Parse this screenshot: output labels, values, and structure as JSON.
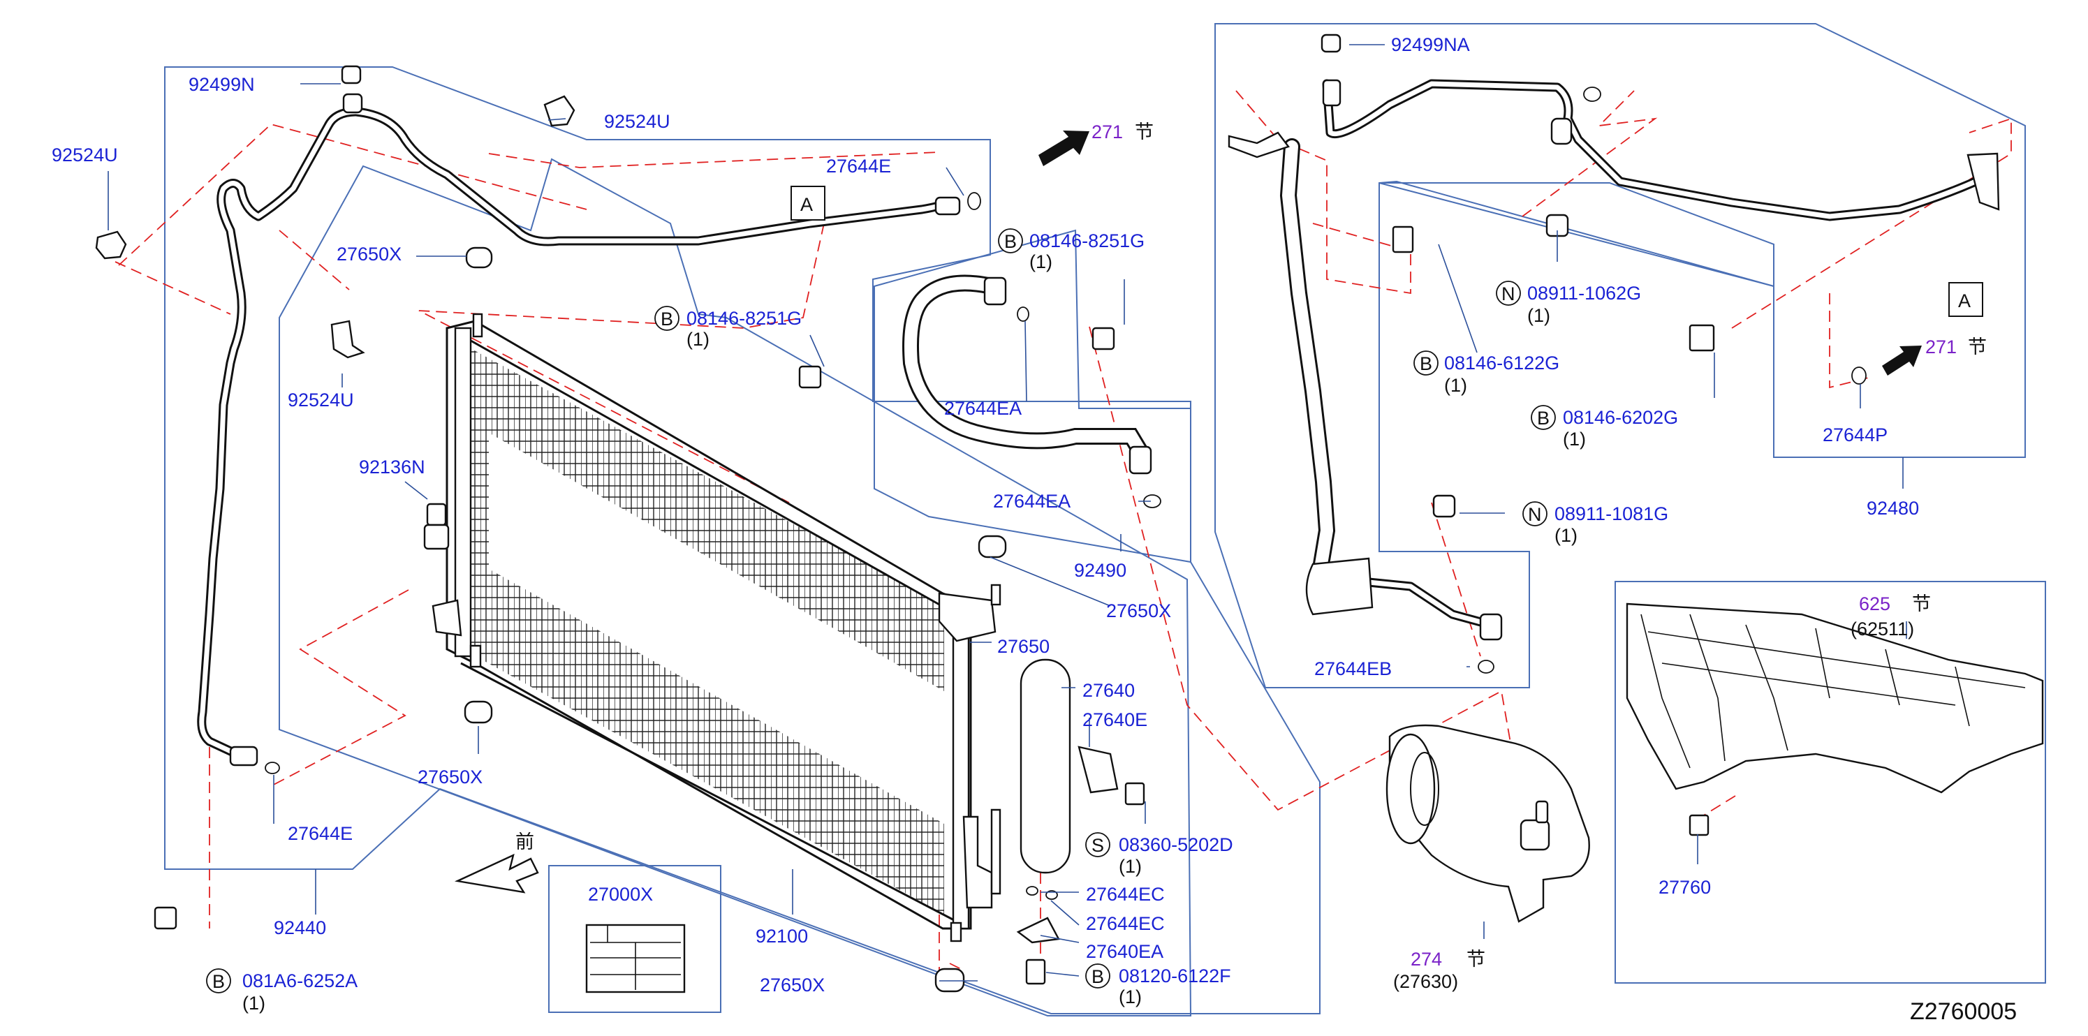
{
  "diagram_id": "Z2760005",
  "section_refs": {
    "sec_271_a": {
      "num": "271",
      "char": "节"
    },
    "sec_271_b": {
      "num": "271",
      "char": "节"
    },
    "sec_625": {
      "num": "625",
      "char": "节",
      "sub": "(62511)"
    },
    "sec_274": {
      "num": "274",
      "char": "节",
      "sub": "(27630)"
    }
  },
  "front_label": "前",
  "view_marker": "A",
  "qty_one": "(1)",
  "parts": {
    "p92499N": "92499N",
    "p92524U_a": "92524U",
    "p92524U_b": "92524U",
    "p92524U_c": "92524U",
    "p27644E_a": "27644E",
    "p27644E_b": "27644E",
    "p27650X_a": "27650X",
    "p27650X_b": "27650X",
    "p27650X_c": "27650X",
    "p27650X_d": "27650X",
    "p92136N": "92136N",
    "p92440": "92440",
    "p92100": "92100",
    "p27000X": "27000X",
    "p27650": "27650",
    "p27640": "27640",
    "p27640E": "27640E",
    "p27644EA_a": "27644EA",
    "p27644EA_b": "27644EA",
    "p27644EC_a": "27644EC",
    "p27644EC_b": "27644EC",
    "p27640EA": "27640EA",
    "p92490": "92490",
    "p92499NA": "92499NA",
    "p27644EB": "27644EB",
    "p27644P": "27644P",
    "p92480": "92480",
    "p27760": "27760"
  },
  "callouts": {
    "c08146_8251G_a": {
      "letter": "B",
      "code": "08146-8251G"
    },
    "c08146_8251G_b": {
      "letter": "B",
      "code": "08146-8251G"
    },
    "c081A6_6252A": {
      "letter": "B",
      "code": "081A6-6252A"
    },
    "c08360_5202D": {
      "letter": "S",
      "code": "08360-5202D"
    },
    "c08120_6122F": {
      "letter": "B",
      "code": "08120-6122F"
    },
    "c08911_1062G": {
      "letter": "N",
      "code": "08911-1062G"
    },
    "c08146_6122G": {
      "letter": "B",
      "code": "08146-6122G"
    },
    "c08146_6202G": {
      "letter": "B",
      "code": "08146-6202G"
    },
    "c08911_1081G": {
      "letter": "N",
      "code": "08911-1081G"
    }
  },
  "colors": {
    "part_number": "#1a22d4",
    "section_ref": "#7a22c8",
    "phantom_line": "#e02020",
    "group_box": "#4a6fb5"
  }
}
